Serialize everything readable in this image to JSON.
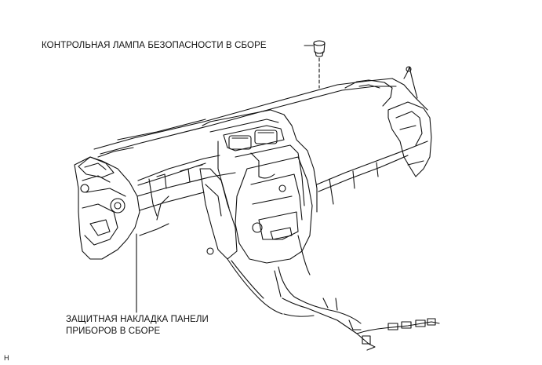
{
  "callouts": {
    "lamp": "КОНТРОЛЬНАЯ ЛАМПА БЕЗОПАСНОСТИ В СБОРЕ",
    "pad_line1": "ЗАЩИТНАЯ НАКЛАДКА ПАНЕЛИ",
    "pad_line2": "ПРИБОРОВ В СБОРЕ"
  },
  "figure_code": "H"
}
